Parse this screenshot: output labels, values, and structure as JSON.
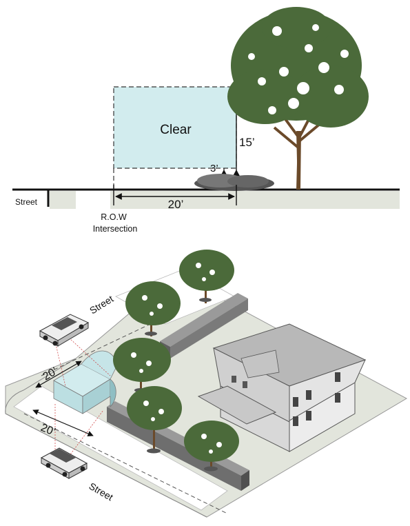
{
  "section": {
    "clear_label": "Clear",
    "height_upper": "15’",
    "height_lower": "3’",
    "setback": "20’",
    "street_label": "Street",
    "row_line1": "R.O.W",
    "row_line2": "Intersection"
  },
  "plan": {
    "street_top": "Street",
    "street_bottom": "Street",
    "dim_a": "20’",
    "dim_b": "20’"
  },
  "colors": {
    "clear_zone": "#d2ecee",
    "foliage": "#4b6a3a",
    "trunk": "#6b4a2a",
    "ground": "#e2e5dc",
    "hedge": "#6e6e6e",
    "house": "#cfcfcf"
  }
}
